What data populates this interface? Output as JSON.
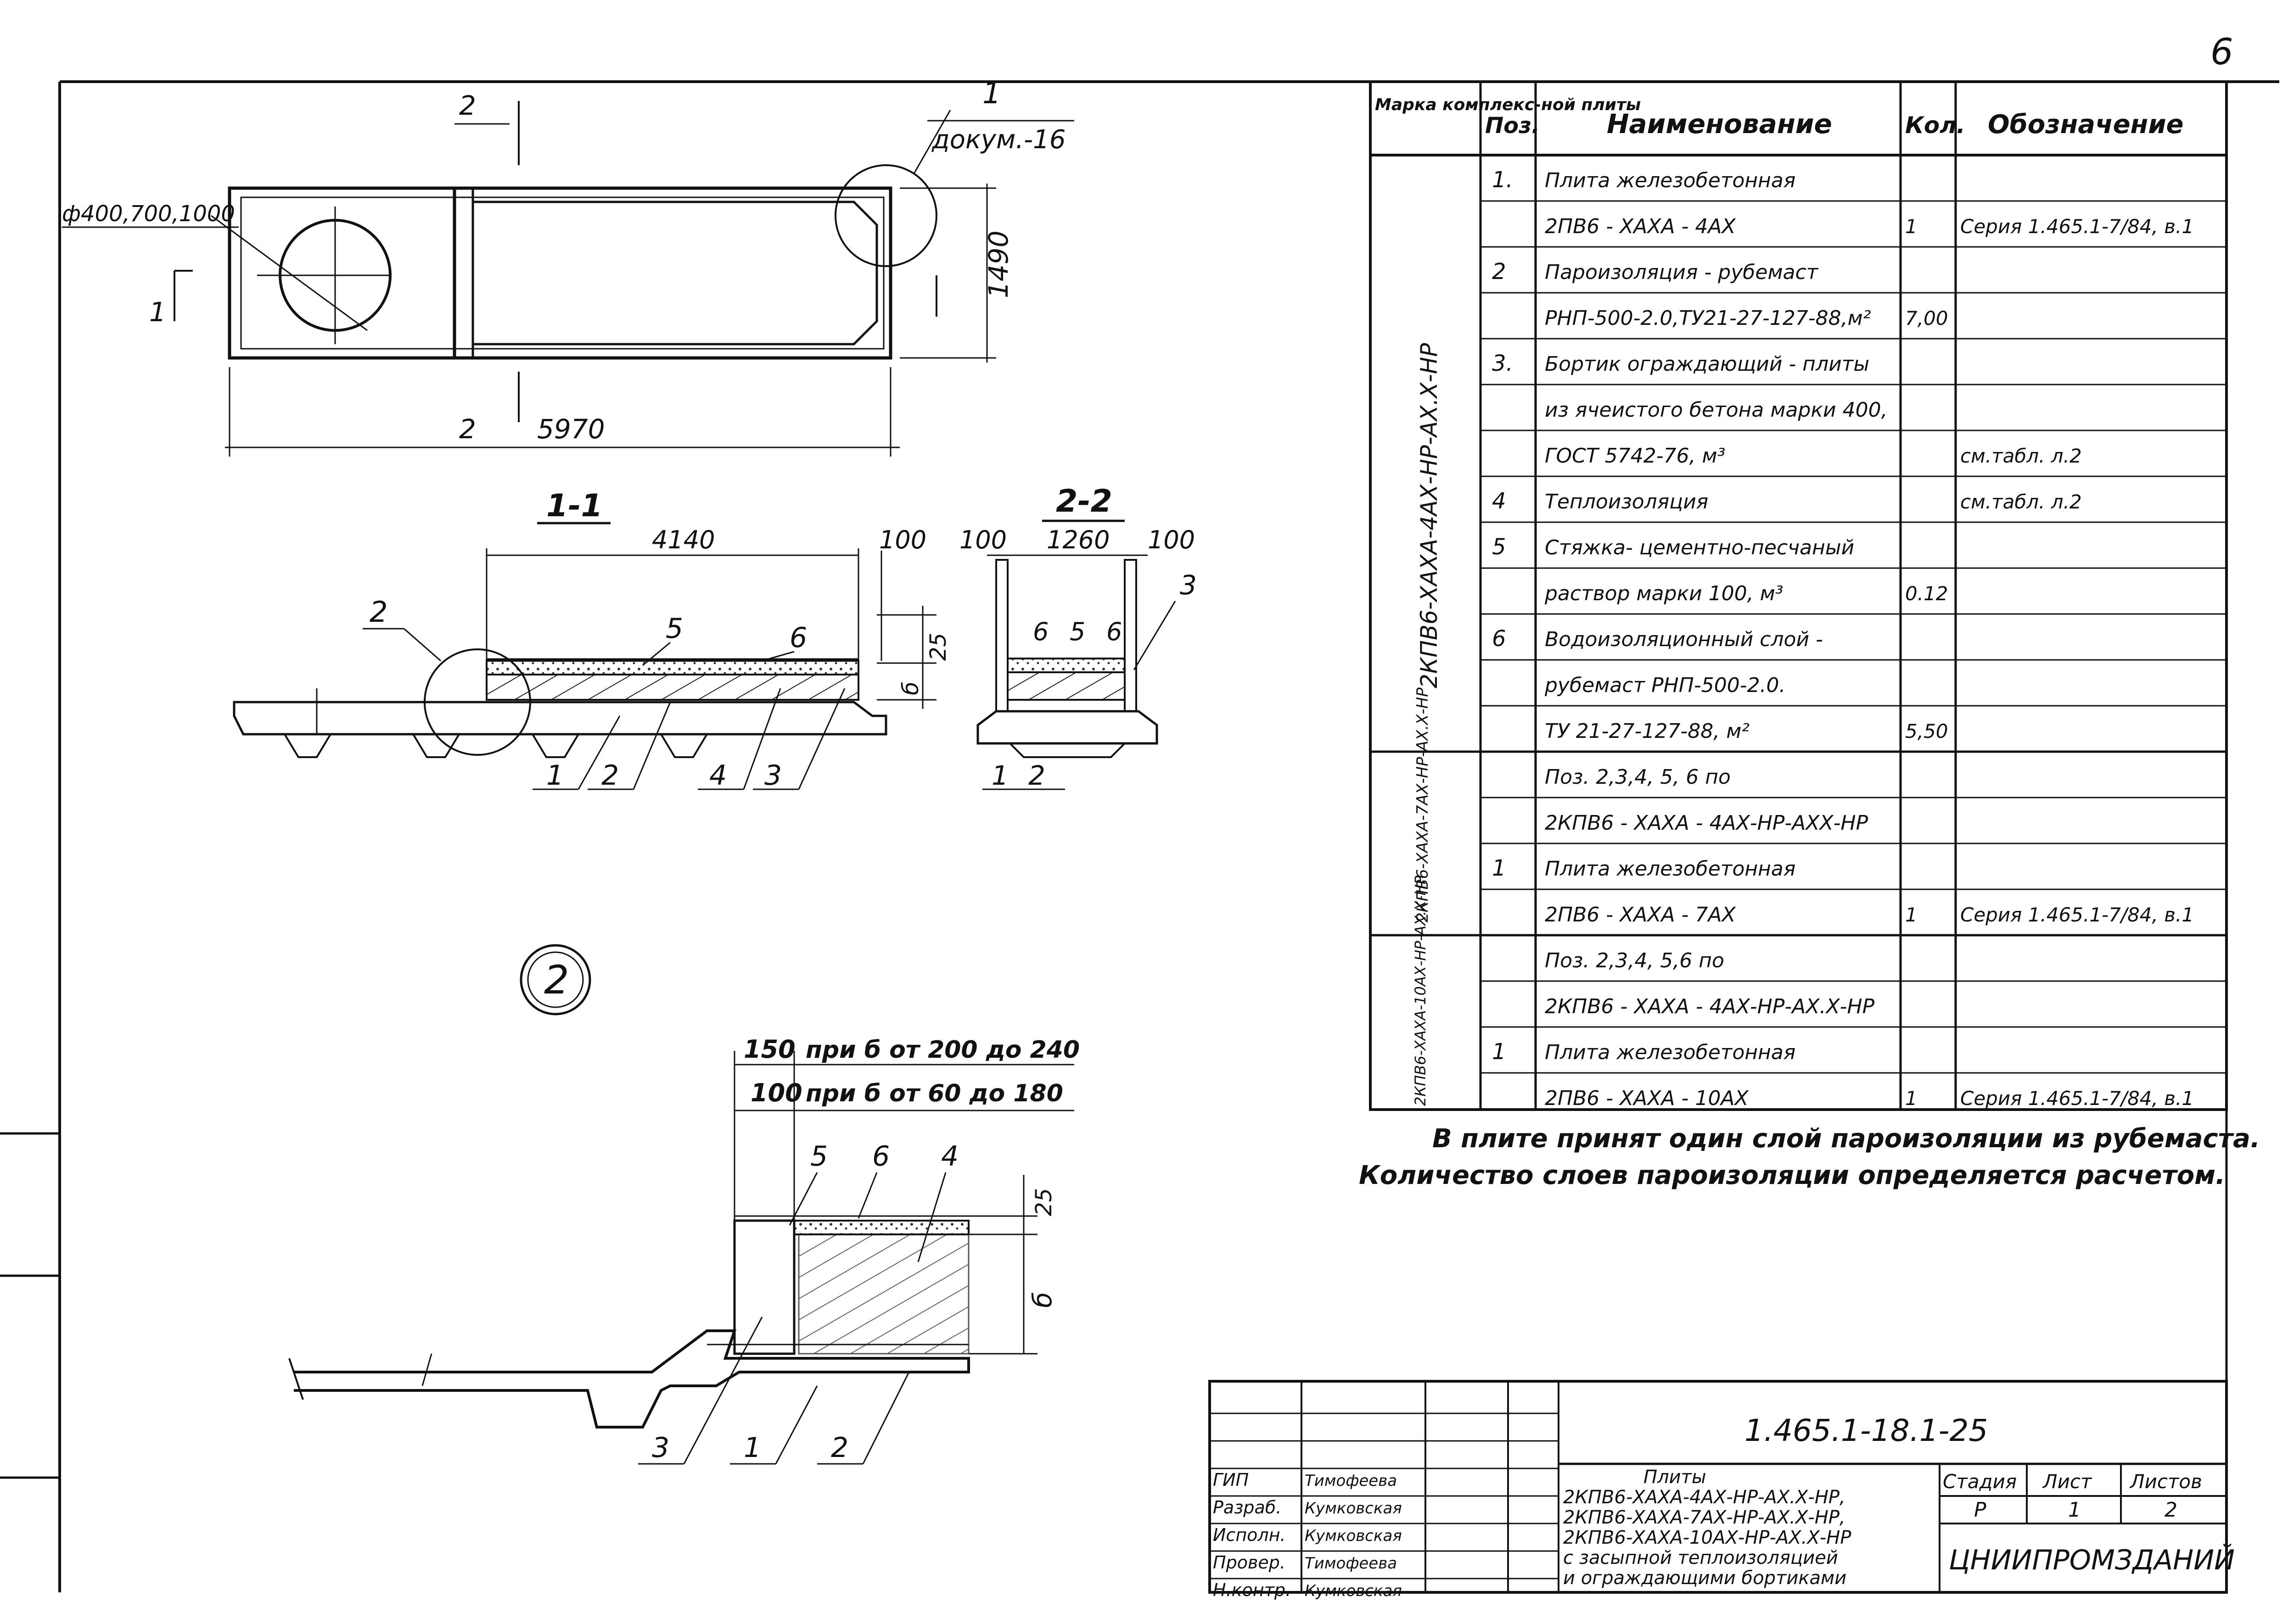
{
  "sheet": {
    "page_number": "6",
    "doc_code": "1.465.1-18.1-25",
    "org": "ЦНИИПРОМЗДАНИЙ"
  },
  "plan": {
    "callout_num": "1",
    "callout_ref": "докум.-16",
    "hole_dia": "ф400,700,1000",
    "cut1": "1",
    "cut2_top": "2",
    "cut2_bottom": "2",
    "dim_length": "5970",
    "dim_width": "1490"
  },
  "section11": {
    "title": "1-1",
    "dim_top": "4140",
    "dim_right": "100",
    "dim_25": "25",
    "dim_b": "б",
    "callout": "2",
    "labels": [
      "5",
      "6",
      "1",
      "2",
      "4",
      "3"
    ]
  },
  "section22": {
    "title": "2-2",
    "dim_left": "100",
    "dim_mid": "1260",
    "dim_right": "100",
    "labels": [
      "6",
      "5",
      "6",
      "3",
      "1",
      "2"
    ]
  },
  "detail2": {
    "num": "2",
    "dim1_val": "150",
    "dim1_note": "при б от 200 до 240",
    "dim2_val": "100",
    "dim2_note": "при б от 60 до 180",
    "dim_25": "25",
    "dim_b": "б",
    "labels": [
      "5",
      "6",
      "4",
      "3",
      "1",
      "2"
    ]
  },
  "spec": {
    "headers": [
      "Марка комплекс-ной плиты",
      "Поз.",
      "Наименование",
      "Кол.",
      "Обозначение"
    ],
    "groups": [
      {
        "mark": "2КПВ6-ХАХА-4АХ-НР-АХ.Х-НР"
      },
      {
        "mark": "2КПВ6-ХАХА-7АХ-НР-АХ.Х-НР"
      },
      {
        "mark": "2КПВ6-ХАХА-10АХ-НР-АХ.Х-НР"
      }
    ],
    "rows": [
      {
        "pos": "1.",
        "name": "Плита железобетонная",
        "qty": "",
        "des": ""
      },
      {
        "pos": "",
        "name": "2ПВ6 - ХАХА - 4АХ",
        "qty": "1",
        "des": "Серия 1.465.1-7/84, в.1"
      },
      {
        "pos": "2",
        "name": "Пароизоляция - рубемаст",
        "qty": "",
        "des": ""
      },
      {
        "pos": "",
        "name": "РНП-500-2.0,ТУ21-27-127-88,м²",
        "qty": "7,00",
        "des": ""
      },
      {
        "pos": "3.",
        "name": "Бортик ограждающий - плиты",
        "qty": "",
        "des": ""
      },
      {
        "pos": "",
        "name": "из ячеистого бетона марки 400,",
        "qty": "",
        "des": ""
      },
      {
        "pos": "",
        "name": "ГОСТ 5742-76,            м³",
        "qty": "",
        "des": "см.табл. л.2"
      },
      {
        "pos": "4",
        "name": "Теплоизоляция",
        "qty": "",
        "des": "см.табл. л.2"
      },
      {
        "pos": "5",
        "name": "Стяжка- цементно-песчаный",
        "qty": "",
        "des": ""
      },
      {
        "pos": "",
        "name": "раствор марки 100,      м³",
        "qty": "0.12",
        "des": ""
      },
      {
        "pos": "6",
        "name": "Водоизоляционный слой -",
        "qty": "",
        "des": ""
      },
      {
        "pos": "",
        "name": "рубемаст РНП-500-2.0.",
        "qty": "",
        "des": ""
      },
      {
        "pos": "",
        "name": "ТУ 21-27-127-88,         м²",
        "qty": "5,50",
        "des": ""
      },
      {
        "pos": "",
        "name": "Поз. 2,3,4, 5, 6  по",
        "qty": "",
        "des": ""
      },
      {
        "pos": "",
        "name": "2КПВ6 - ХАХА - 4АХ-НР-АХХ-НР",
        "qty": "",
        "des": ""
      },
      {
        "pos": "1",
        "name": "Плита железобетонная",
        "qty": "",
        "des": ""
      },
      {
        "pos": "",
        "name": "2ПВ6 - ХАХА - 7АХ",
        "qty": "1",
        "des": "Серия 1.465.1-7/84, в.1"
      },
      {
        "pos": "",
        "name": "Поз. 2,3,4, 5,6  по",
        "qty": "",
        "des": ""
      },
      {
        "pos": "",
        "name": "2КПВ6 - ХАХА - 4АХ-НР-АХ.Х-НР",
        "qty": "",
        "des": ""
      },
      {
        "pos": "1",
        "name": "Плита железобетонная",
        "qty": "",
        "des": ""
      },
      {
        "pos": "",
        "name": "2ПВ6 - ХАХА - 10АХ",
        "qty": "1",
        "des": "Серия 1.465.1-7/84, в.1"
      }
    ]
  },
  "note": {
    "line1": "В плите принят один слой пароизоляции из рубемаста.",
    "line2": "Количество слоев пароизоляции определяется расчетом."
  },
  "titleblock": {
    "staff": [
      {
        "role": "ГИП",
        "name": "Тимофеева"
      },
      {
        "role": "Разраб.",
        "name": "Кумковская"
      },
      {
        "role": "Исполн.",
        "name": "Кумковская"
      },
      {
        "role": "Провер.",
        "name": "Тимофеева"
      },
      {
        "role": "Н.контр.",
        "name": "Кумковская"
      }
    ],
    "title_lines": [
      "Плиты",
      "2КПВ6-ХАХА-4АХ-НР-АХ.Х-НР,",
      "2КПВ6-ХАХА-7АХ-НР-АХ.Х-НР,",
      "2КПВ6-ХАХА-10АХ-НР-АХ.Х-НР",
      "с засыпной теплоизоляцией",
      "и ограждающими бортиками"
    ],
    "stage_label": "Стадия",
    "sheet_label": "Лист",
    "sheets_label": "Листов",
    "stage_val": "Р",
    "sheet_val": "1",
    "sheets_val": "2"
  }
}
